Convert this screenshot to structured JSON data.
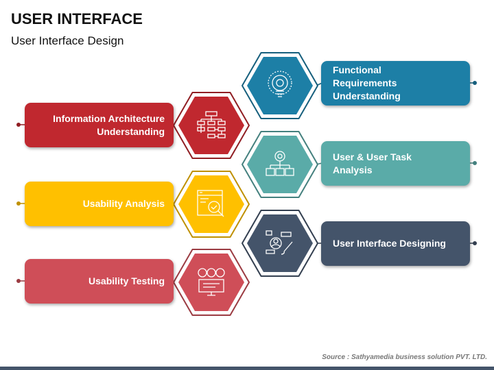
{
  "header": {
    "title": "USER INTERFACE",
    "subtitle": "User Interface Design"
  },
  "steps": [
    {
      "label": "Functional Requirements Understanding",
      "side": "right",
      "color": "#1D7FA6",
      "icon": "lightbulb-gear-icon"
    },
    {
      "label": "Information Architecture Understanding",
      "side": "left",
      "color": "#C0282F",
      "icon": "sitemap-icon"
    },
    {
      "label": "User & User Task Analysis",
      "side": "right",
      "color": "#5AABA8",
      "icon": "gear-workflow-icon"
    },
    {
      "label": "Usability Analysis",
      "side": "left",
      "color": "#FFC000",
      "icon": "browser-magnifier-icon"
    },
    {
      "label": "User Interface Designing",
      "side": "right",
      "color": "#44546A",
      "icon": "user-design-brush-icon"
    },
    {
      "label": "Usability Testing",
      "side": "left",
      "color": "#CF4E58",
      "icon": "monitor-feedback-icon"
    }
  ],
  "footer": {
    "source": "Source : Sathyamedia business solution PVT. LTD."
  }
}
